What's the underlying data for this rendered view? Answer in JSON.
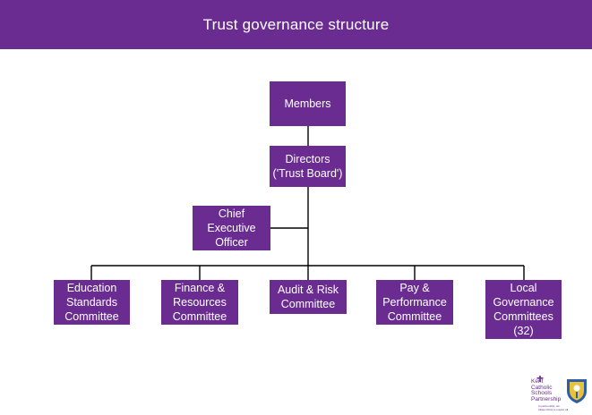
{
  "header": {
    "title": "Trust governance structure"
  },
  "diagram": {
    "members": "Members",
    "directors": "Directors\n('Trust Board')",
    "ceo": "Chief\nExecutive\nOfficer",
    "committees": [
      "Education\nStandards\nCommittee",
      "Finance &\nResources\nCommittee",
      "Audit & Risk\nCommittee",
      "Pay &\nPerformance\nCommittee",
      "Local\nGovernance\nCommittees\n(32)"
    ]
  },
  "logo": {
    "name": "Kent\nCatholic\nSchools\nPartnership",
    "tagline": "In partnership, we\nfollow Christ to inspire all"
  },
  "colors": {
    "brand": "#6a2c91",
    "line": "#000000"
  }
}
